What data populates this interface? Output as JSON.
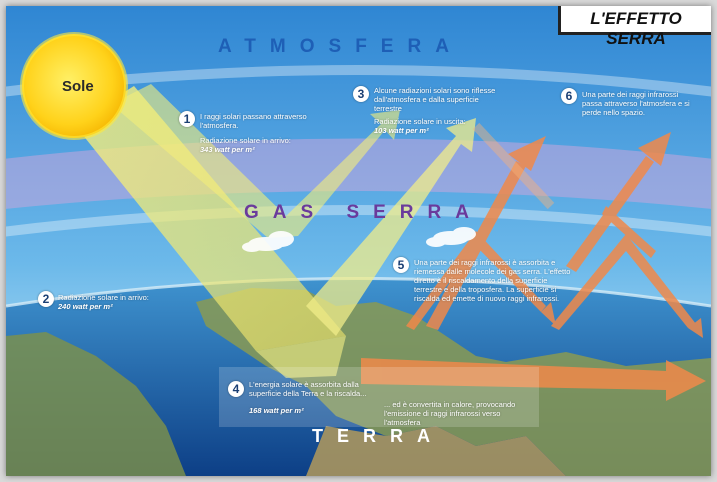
{
  "title": "L'EFFETTO SERRA",
  "labels": {
    "atmosfera": "ATMOSFERA",
    "gas_serra": "GAS SERRA",
    "terra": "TERRA",
    "sole": "Sole"
  },
  "steps": [
    {
      "num": "1",
      "text": "I raggi solari passano attraverso l'atmosfera.",
      "sub": "Radiazione solare in arrivo:",
      "value": "343 watt per m²"
    },
    {
      "num": "2",
      "text": "Radiazione solare in arrivo:",
      "value": "240 watt per m²"
    },
    {
      "num": "3",
      "text": "Alcune radiazioni solari sono riflesse dall'atmosfera e dalla superficie terrestre",
      "sub": "Radiazione solare in uscita:",
      "value": "103 watt per m²"
    },
    {
      "num": "4",
      "text": "L'energia solare è assorbita dalla superficie della Terra e la riscalda...",
      "value": "168 watt per m²",
      "text2": "... ed è convertita in calore, provocando l'emissione di raggi infrarossi verso l'atmosfera"
    },
    {
      "num": "5",
      "text": "Una parte dei raggi infrarossi è assorbita e riemessa dalle molecole dei gas serra. L'effetto diretto è il riscaldamento della superficie terrestre e della troposfera. La superficie si riscalda ed emette di nuovo raggi infrarossi."
    },
    {
      "num": "6",
      "text": "Una parte dei raggi infrarossi passa attraverso l'atmosfera e si perde nello spazio."
    }
  ],
  "colors": {
    "sky_top": "#2f86d3",
    "sky_bottom": "#9fd3f2",
    "gas_band": "#c4a3d9",
    "solar_beam": "#f3ee7a",
    "infrared": "#f0894a",
    "sun": "#ffd21a"
  }
}
